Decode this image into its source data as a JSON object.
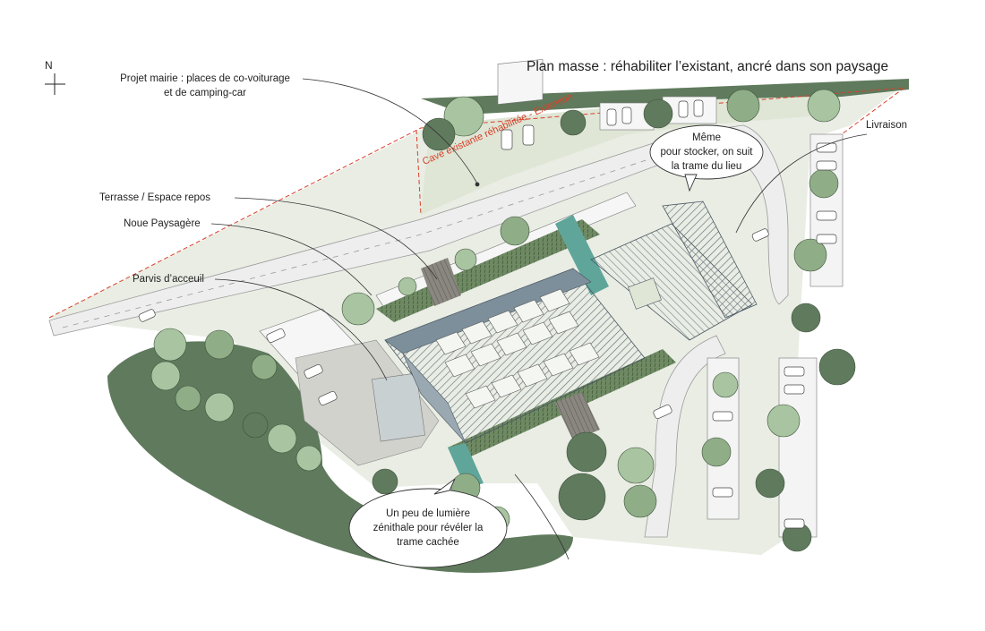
{
  "title": "Plan masse : réhabiliter l’existant, ancré dans son paysage",
  "north_label": "N",
  "labels": {
    "projet_mairie_line1": "Projet mairie : places de co-voiturage",
    "projet_mairie_line2": "et de camping-car",
    "terrasse": "Terrasse / Espace repos",
    "noue": "Noue Paysagère",
    "parvis": "Parvis d’acceuil",
    "livraison": "Livraison",
    "cave": "Cave existante réhabilitée - Extention"
  },
  "bubbles": {
    "stockage": [
      "Même",
      "pour stocker, on suit",
      "la trame du lieu"
    ],
    "lumiere": [
      "Un peu de lumière",
      "zénithale pour révéler la",
      "trame cachée"
    ]
  },
  "colors": {
    "tree_dark": "#5f7a5c",
    "tree_light": "#a9c4a0",
    "lawn": "#d9e2cf",
    "road": "#ececec",
    "roof": "#7c8f9a",
    "roof_light": "#cfd8dc",
    "red_line": "#d8402a",
    "glass": "#f4f6f2"
  }
}
